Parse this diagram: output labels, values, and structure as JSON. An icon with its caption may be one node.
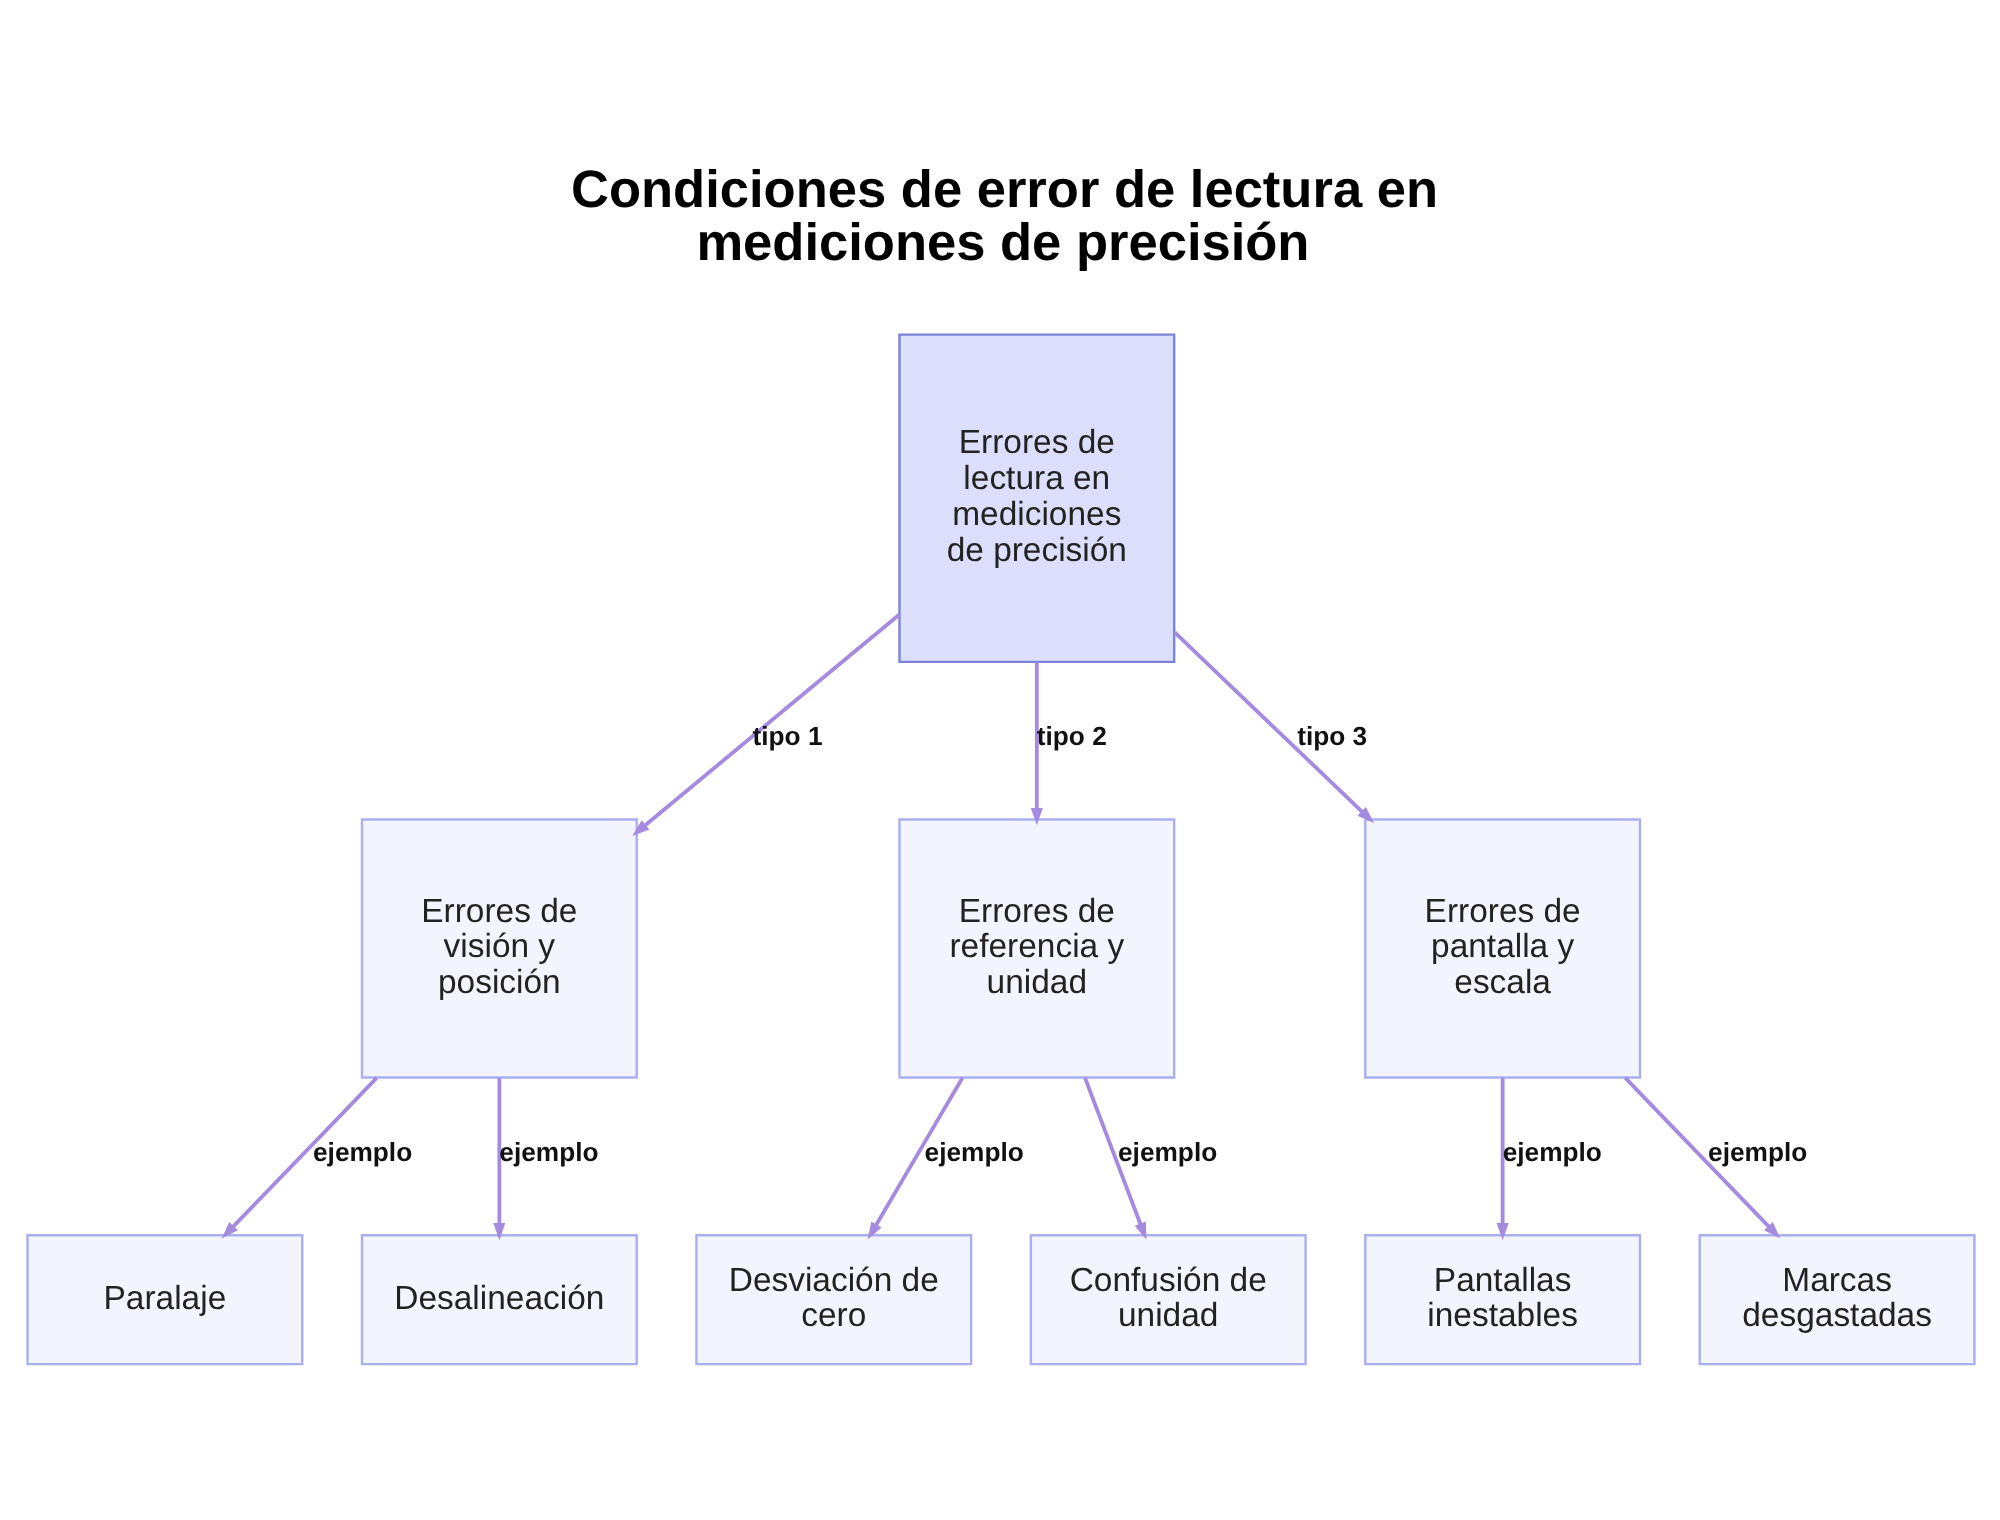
{
  "diagram": {
    "title": "Condiciones de error de lectura en mediciones de precisión",
    "nodes": [
      {
        "text": [
          "Errores de lectura en mediciones de precisión"
        ]
      },
      {
        "text": [
          "Errores de visión y posición"
        ]
      },
      {
        "text": [
          "Errores de referencia y unidad"
        ]
      },
      {
        "text": [
          "Errores de pantalla y escala"
        ]
      },
      {
        "text": [
          "Paralaje"
        ]
      },
      {
        "text": [
          "Desalineación"
        ]
      },
      {
        "text": [
          "Desviación de cero"
        ]
      },
      {
        "text": [
          "Confusión de unidad"
        ]
      },
      {
        "text": [
          "Pantallas inestables"
        ]
      },
      {
        "text": [
          "Marcas desgastadas"
        ]
      }
    ],
    "edges": [
      {
        "from": 0,
        "to": 1,
        "arrow": "to",
        "label": "tipo 1"
      },
      {
        "from": 0,
        "to": 2,
        "arrow": "to",
        "label": "tipo 2"
      },
      {
        "from": 0,
        "to": 3,
        "arrow": "to",
        "label": "tipo 3"
      },
      {
        "from": 1,
        "to": 4,
        "arrow": "to",
        "label": "ejemplo"
      },
      {
        "from": 1,
        "to": 5,
        "arrow": "to",
        "label": "ejemplo"
      },
      {
        "from": 2,
        "to": 6,
        "arrow": "to",
        "label": "ejemplo"
      },
      {
        "from": 2,
        "to": 7,
        "arrow": "to",
        "label": "ejemplo"
      },
      {
        "from": 3,
        "to": 8,
        "arrow": "to",
        "label": "ejemplo"
      },
      {
        "from": 3,
        "to": 9,
        "arrow": "to",
        "label": "ejemplo"
      }
    ]
  }
}
